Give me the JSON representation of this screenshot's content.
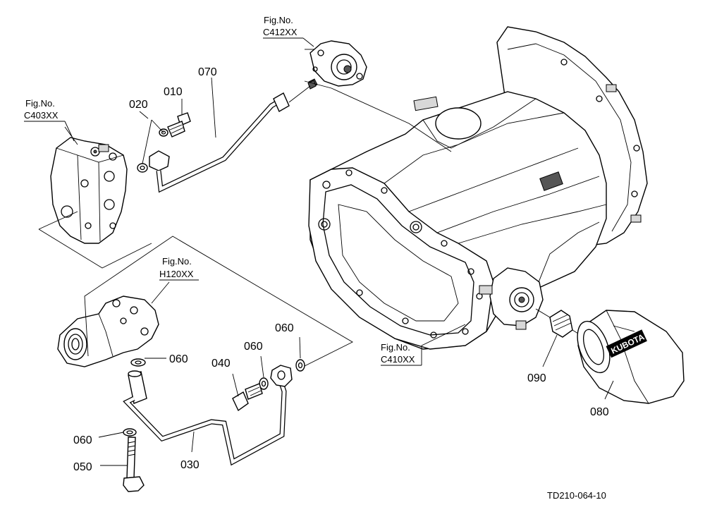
{
  "figure_ref": "TD210-064-10",
  "fig_labels": {
    "c412": {
      "title": "Fig.No.",
      "code": "C412XX"
    },
    "c403": {
      "title": "Fig.No.",
      "code": "C403XX"
    },
    "h120": {
      "title": "Fig.No.",
      "code": "H120XX"
    },
    "c410": {
      "title": "Fig.No.",
      "code": "C410XX"
    }
  },
  "parts": {
    "p010": "010",
    "p020": "020",
    "p070": "070",
    "p060a": "060",
    "p060b": "060",
    "p060c": "060",
    "p060d": "060",
    "p040": "040",
    "p050": "050",
    "p030": "030",
    "p090": "090",
    "p080": "080"
  },
  "filter_brand": "KUBOTA"
}
